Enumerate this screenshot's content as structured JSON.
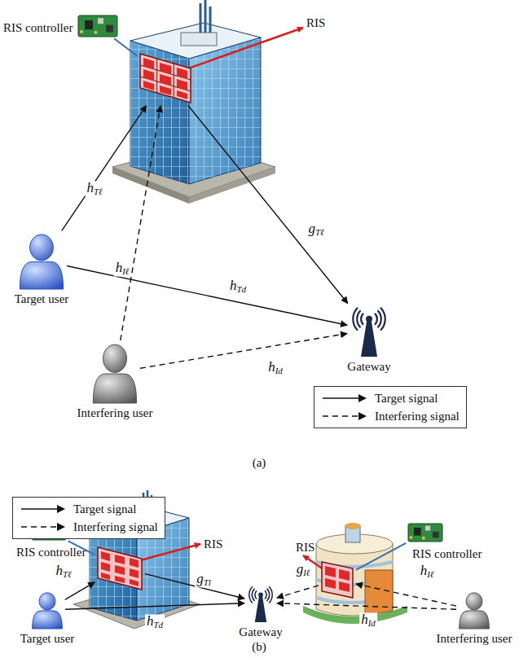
{
  "diagram": {
    "nodes": [
      {
        "text": [
          "RIS controller"
        ]
      },
      {
        "text": [
          "RIS"
        ]
      },
      {
        "text": [
          "Target user"
        ]
      },
      {
        "text": [
          "Interfering user"
        ]
      },
      {
        "text": [
          "Gateway"
        ]
      },
      {
        "text": [
          "RIS controller"
        ]
      },
      {
        "text": [
          "RIS"
        ]
      },
      {
        "text": [
          "RIS"
        ]
      },
      {
        "text": [
          "RIS controller"
        ]
      },
      {
        "text": [
          "Target user"
        ]
      },
      {
        "text": [
          "Gateway"
        ]
      },
      {
        "text": [
          "Interfering user"
        ]
      }
    ],
    "edges": [
      {
        "from": 0,
        "to": 1,
        "arrow": "none"
      },
      {
        "from": 2,
        "to": 1,
        "arrow": "to",
        "label": "hTℓ"
      },
      {
        "from": 2,
        "to": 4,
        "arrow": "to",
        "label": "hTd"
      },
      {
        "from": 1,
        "to": 4,
        "arrow": "to",
        "label": "gTℓ"
      },
      {
        "from": 3,
        "to": 1,
        "arrow": "to",
        "label": "hIℓ"
      },
      {
        "from": 3,
        "to": 4,
        "arrow": "to",
        "label": "hId"
      },
      {
        "from": 5,
        "to": 6,
        "arrow": "none"
      },
      {
        "from": 8,
        "to": 7,
        "arrow": "none"
      },
      {
        "from": 9,
        "to": 6,
        "arrow": "to",
        "label": "hTℓ"
      },
      {
        "from": 6,
        "to": 10,
        "arrow": "to",
        "label": "gTl"
      },
      {
        "from": 9,
        "to": 10,
        "arrow": "to",
        "label": "hTd"
      },
      {
        "from": 7,
        "to": 10,
        "arrow": "to",
        "label": "gIℓ"
      },
      {
        "from": 11,
        "to": 7,
        "arrow": "to",
        "label": "hIℓ"
      },
      {
        "from": 11,
        "to": 10,
        "arrow": "to",
        "label": "hId"
      }
    ],
    "labels": [
      "(a)",
      "(b)"
    ],
    "legend": [
      {
        "text": "Target signal"
      },
      {
        "text": "Interfering signal"
      },
      {
        "text": "Target signal"
      },
      {
        "text": "Interfering signal"
      }
    ]
  }
}
